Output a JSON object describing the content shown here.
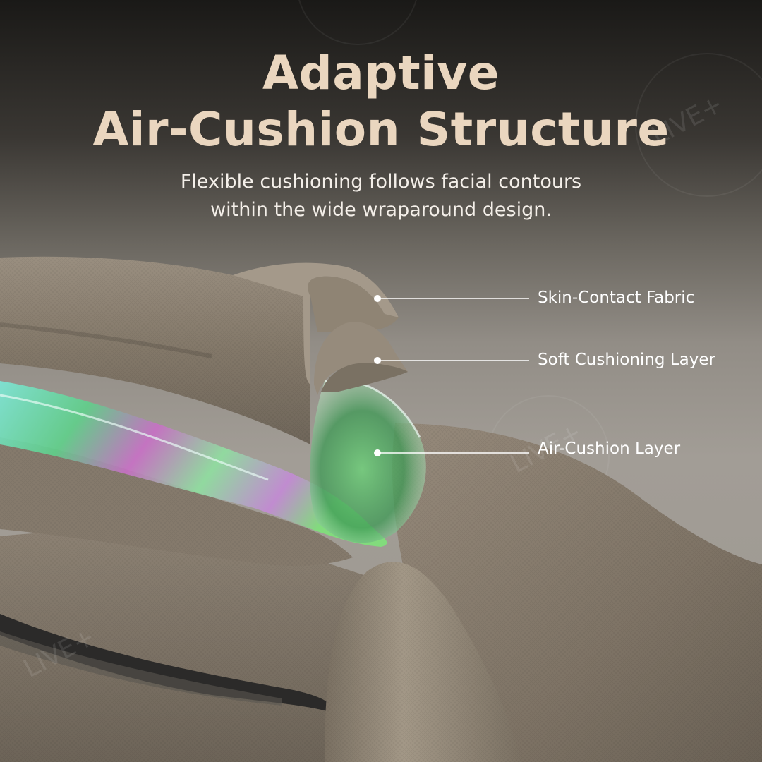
{
  "headline": {
    "line1": "Adaptive",
    "line2": "Air-Cushion Structure"
  },
  "subheadline": {
    "line1": "Flexible cushioning follows facial contours",
    "line2": "within the wide wraparound design."
  },
  "callouts": [
    {
      "label": "Skin-Contact Fabric"
    },
    {
      "label": "Soft Cushioning Layer"
    },
    {
      "label": "Air-Cushion Layer"
    }
  ],
  "watermark": "LIVE+",
  "colors": {
    "headline": "#ead6bf",
    "fabric": "#8a7f71",
    "background_top": "#1a1917",
    "background_bottom": "#9d9891"
  }
}
